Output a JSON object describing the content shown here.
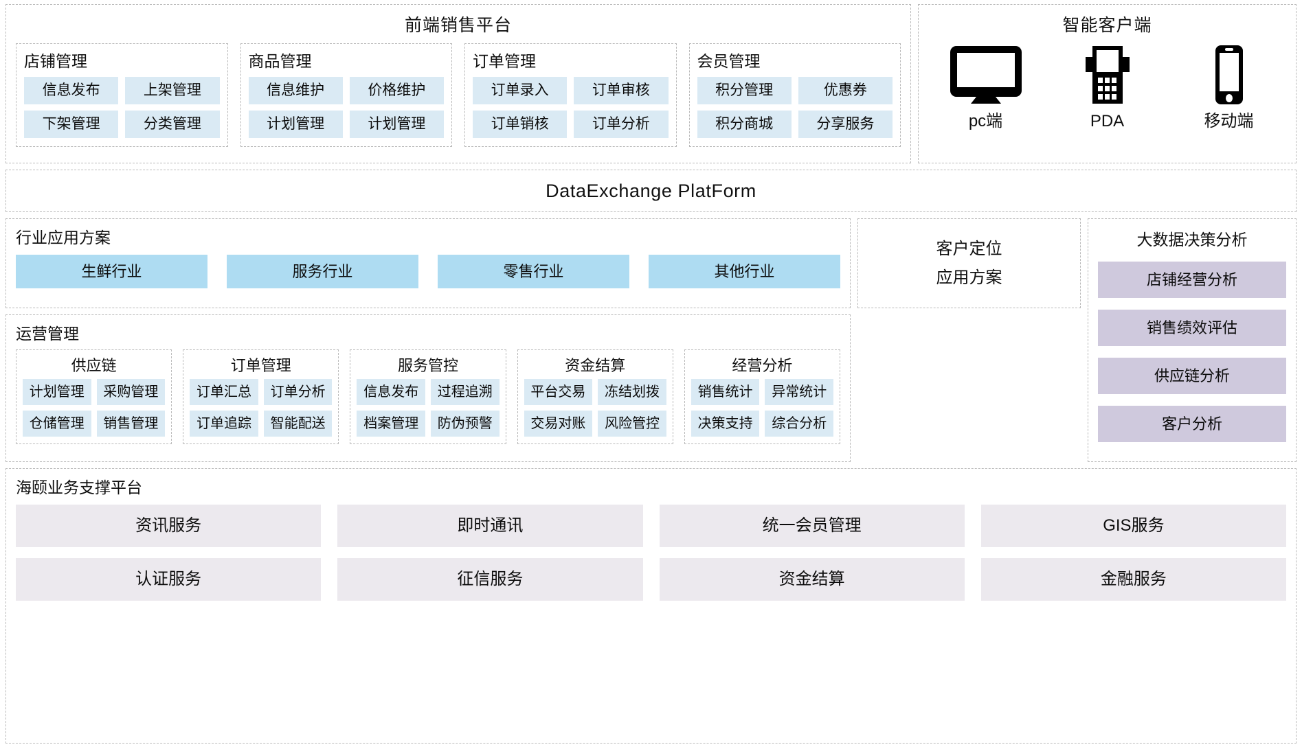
{
  "frontend": {
    "title": "前端销售平台",
    "groups": [
      {
        "name": "店铺管理",
        "items": [
          "信息发布",
          "上架管理",
          "下架管理",
          "分类管理"
        ]
      },
      {
        "name": "商品管理",
        "items": [
          "信息维护",
          "价格维护",
          "计划管理",
          "计划管理"
        ]
      },
      {
        "name": "订单管理",
        "items": [
          "订单录入",
          "订单审核",
          "订单销核",
          "订单分析"
        ]
      },
      {
        "name": "会员管理",
        "items": [
          "积分管理",
          "优惠券",
          "积分商城",
          "分享服务"
        ]
      }
    ]
  },
  "client": {
    "title": "智能客户端",
    "devices": [
      {
        "icon": "monitor-icon",
        "label": "pc端"
      },
      {
        "icon": "pda-icon",
        "label": "PDA"
      },
      {
        "icon": "mobile-icon",
        "label": "移动端"
      }
    ]
  },
  "data_exchange": {
    "title": "DataExchange  PlatForm"
  },
  "industry": {
    "title": "行业应用方案",
    "items": [
      "生鲜行业",
      "服务行业",
      "零售行业",
      "其他行业"
    ]
  },
  "operations": {
    "title": "运营管理",
    "groups": [
      {
        "name": "供应链",
        "items": [
          "计划管理",
          "采购管理",
          "仓储管理",
          "销售管理"
        ]
      },
      {
        "name": "订单管理",
        "items": [
          "订单汇总",
          "订单分析",
          "订单追踪",
          "智能配送"
        ]
      },
      {
        "name": "服务管控",
        "items": [
          "信息发布",
          "过程追溯",
          "档案管理",
          "防伪预警"
        ]
      },
      {
        "name": "资金结算",
        "items": [
          "平台交易",
          "冻结划拨",
          "交易对账",
          "风险管控"
        ]
      },
      {
        "name": "经营分析",
        "items": [
          "销售统计",
          "异常统计",
          "决策支持",
          "综合分析"
        ]
      }
    ]
  },
  "customer_positioning": {
    "line1": "客户定位",
    "line2": "应用方案"
  },
  "big_data": {
    "title": "大数据决策分析",
    "items": [
      "店铺经营分析",
      "销售绩效评估",
      "供应链分析",
      "客户分析"
    ]
  },
  "support_platform": {
    "title": "海颐业务支撑平台",
    "items": [
      "资讯服务",
      "即时通讯",
      "统一会员管理",
      "GIS服务",
      "认证服务",
      "征信服务",
      "资金结算",
      "金融服务"
    ]
  },
  "colors": {
    "chip_blue": "#daeaf4",
    "industry_blue": "#aedcf2",
    "bigdata_purple": "#cfc9dd",
    "support_gray": "#ece9ee",
    "border_dash": "#b9b9b9"
  }
}
